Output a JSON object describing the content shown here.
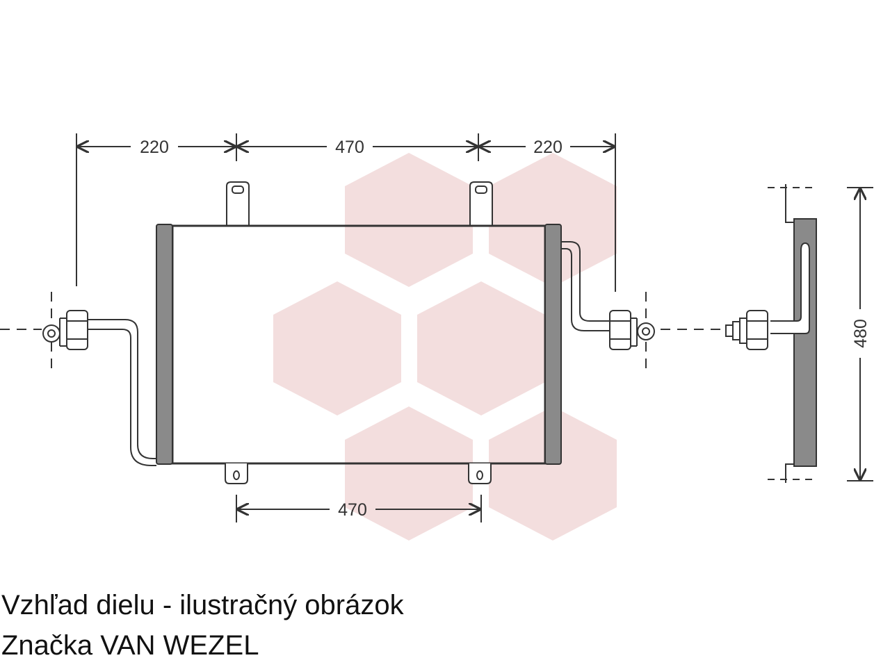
{
  "drawing": {
    "dimensions": {
      "top_left": "220",
      "top_middle": "470",
      "top_right": "220",
      "bottom": "470",
      "height": "480"
    }
  },
  "captions": {
    "line1": "Vzhľad dielu - ilustračný obrázok",
    "line2": "Značka VAN WEZEL"
  },
  "colors": {
    "line": "#333333",
    "frame_fill": "#888888",
    "watermark": "#f3dede"
  }
}
